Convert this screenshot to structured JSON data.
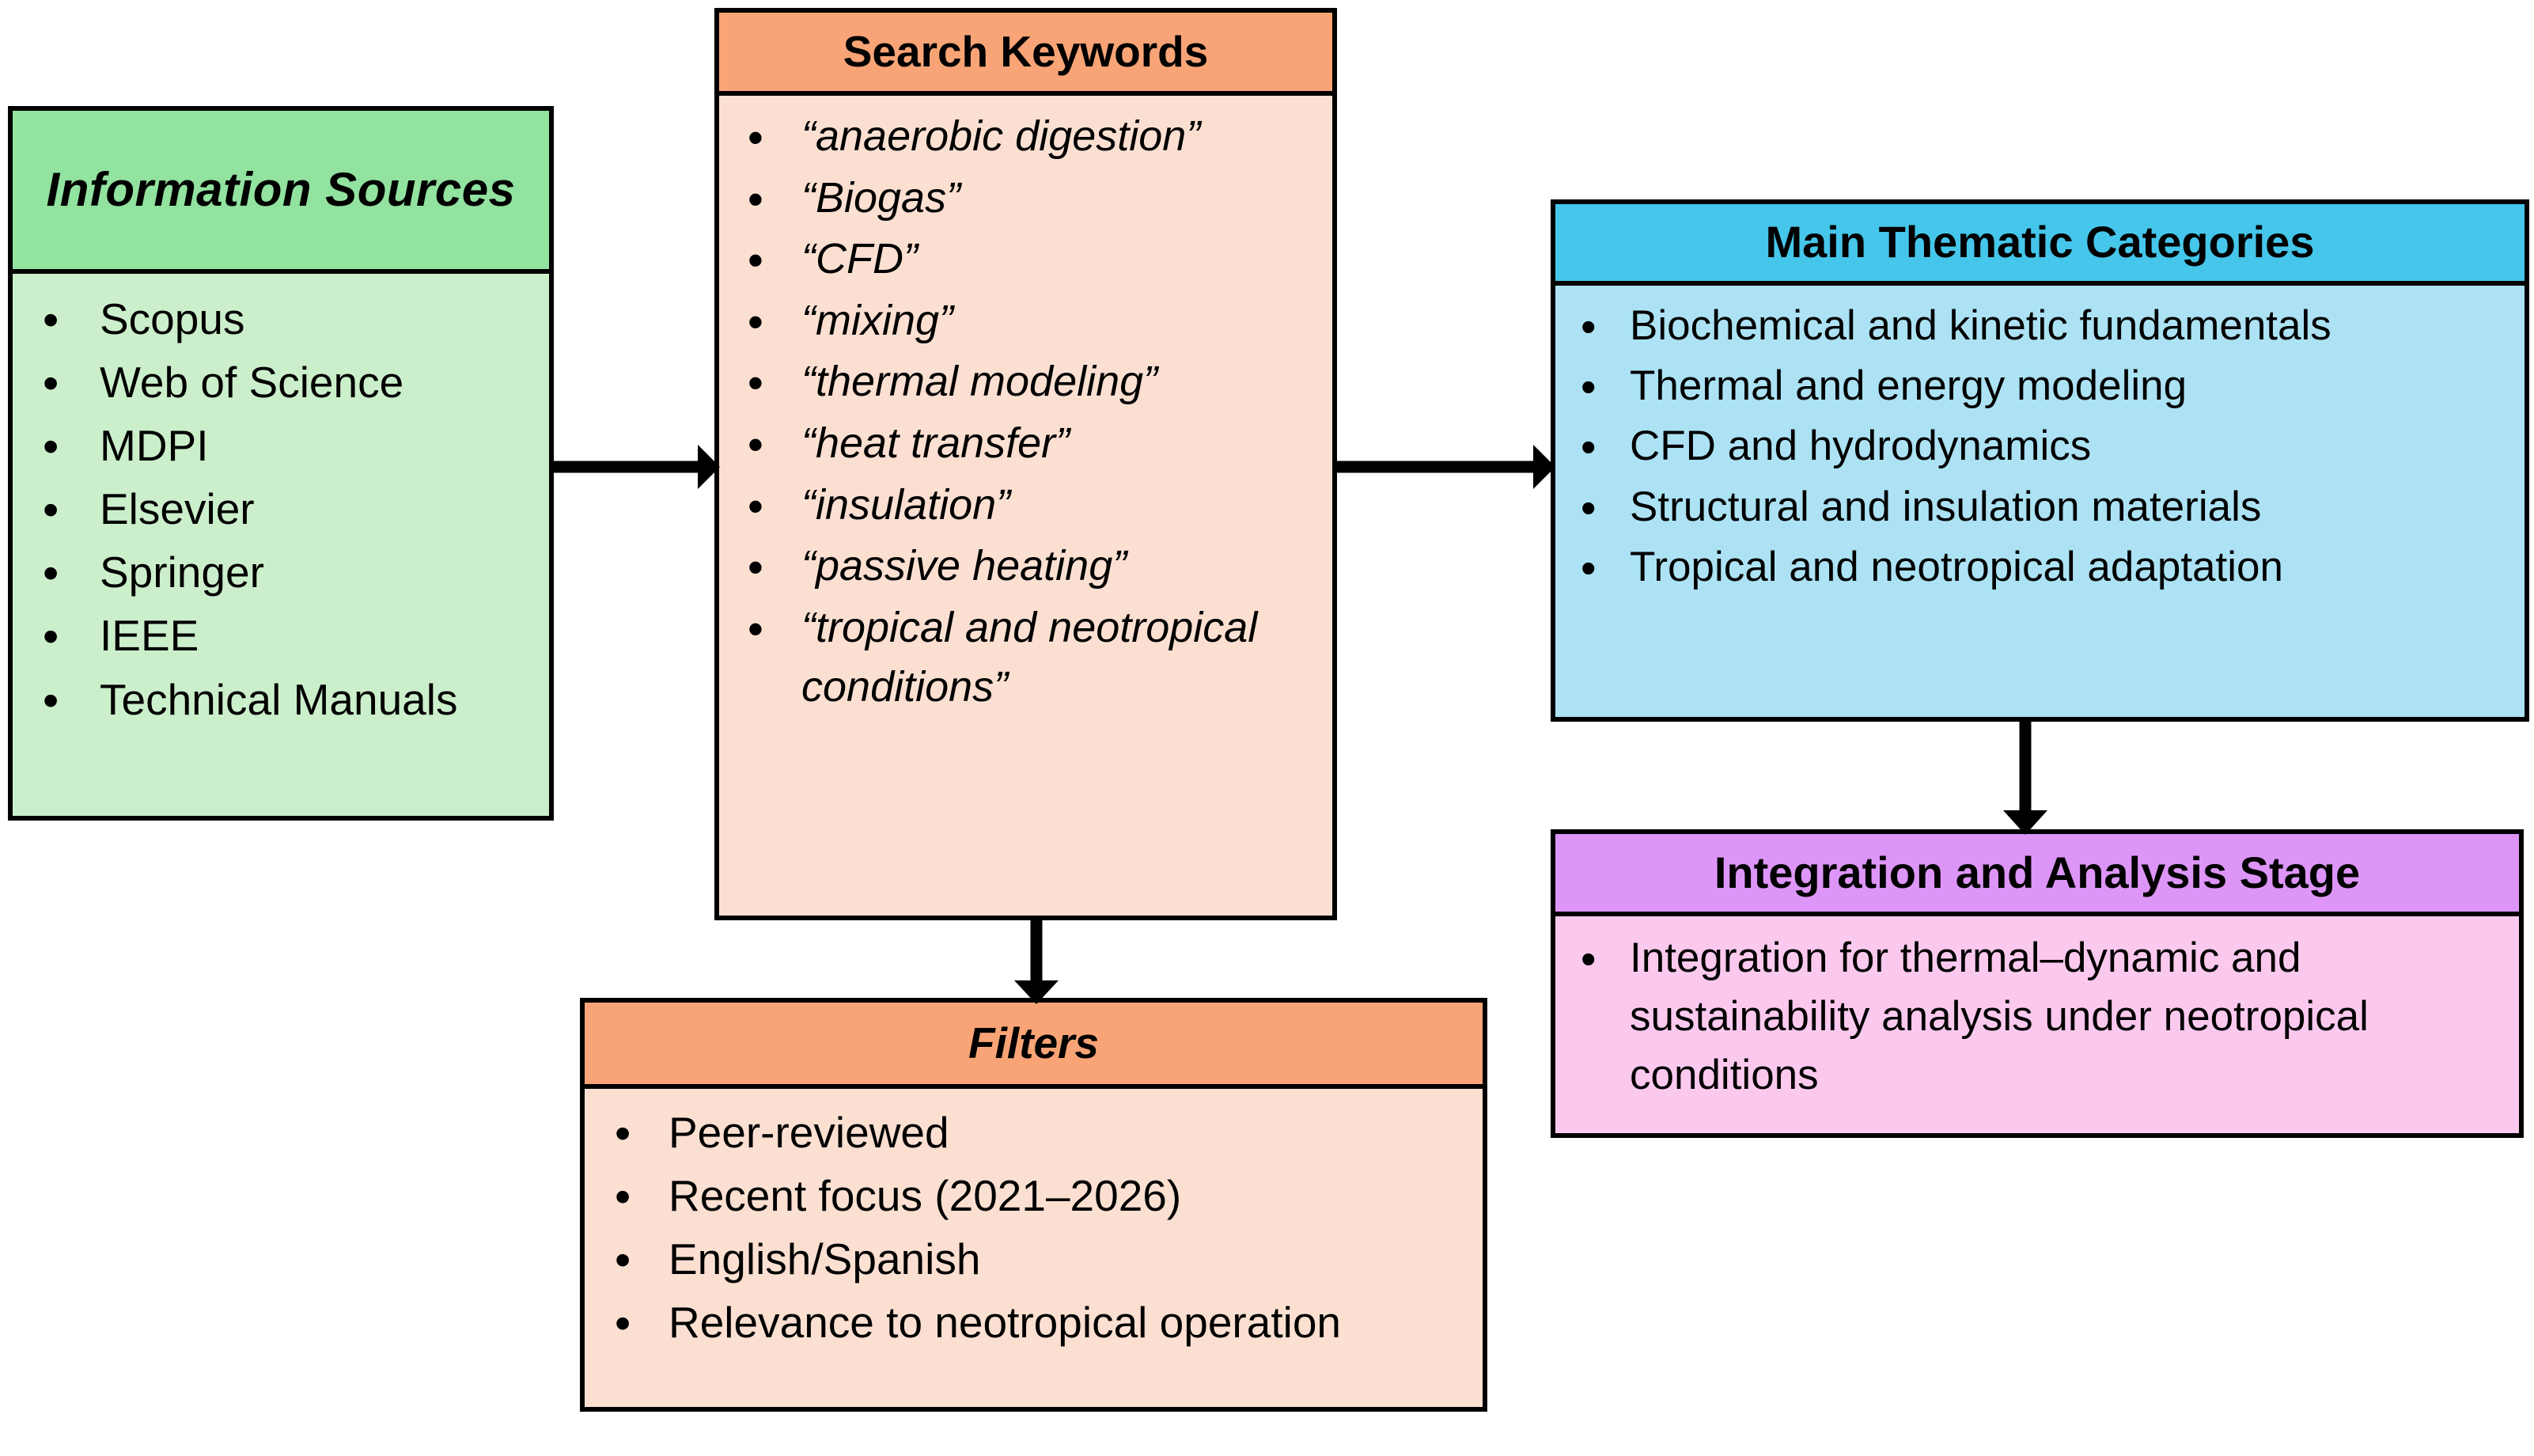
{
  "diagram": {
    "title": "Literature review methodology flowchart",
    "type": "flowchart",
    "colors": {
      "green_header": "#92e2a0",
      "green_body": "#ccefcb",
      "orange_header": "#f9a476",
      "orange_body": "#fbe0d2",
      "blue_header": "#45c6ea",
      "blue_body": "#ace2f4",
      "purple_header": "#dd96f7",
      "purple_body": "#fbc9ee",
      "border": "#000000"
    }
  },
  "nodes": {
    "information_sources": {
      "title": "Information Sources",
      "items": [
        "Scopus",
        "Web of Science",
        "MDPI",
        "Elsevier",
        "Springer",
        "IEEE",
        "Technical Manuals"
      ]
    },
    "search_keywords": {
      "title": "Search Keywords",
      "items": [
        "“anaerobic digestion”",
        "“Biogas”",
        "“CFD”",
        "“mixing”",
        "“thermal modeling”",
        "“heat transfer”",
        "“insulation”",
        "“passive heating”",
        "“tropical and neotropical conditions”"
      ]
    },
    "filters": {
      "title": "Filters",
      "items": [
        "Peer-reviewed",
        "Recent focus (2021–2026)",
        "English/Spanish",
        "Relevance to neotropical operation"
      ]
    },
    "main_thematic_categories": {
      "title": "Main Thematic Categories",
      "items": [
        "Biochemical and kinetic fundamentals",
        "Thermal and energy modeling",
        "CFD and hydrodynamics",
        "Structural and insulation materials",
        "Tropical and neotropical adaptation"
      ]
    },
    "integration_analysis": {
      "title": "Integration and Analysis Stage",
      "items": [
        "Integration for thermal–dynamic and sustainability analysis under neotropical conditions"
      ]
    }
  },
  "connectors": [
    {
      "name": "sources-to-keywords",
      "from": "information_sources",
      "to": "search_keywords",
      "direction": "right"
    },
    {
      "name": "keywords-to-categories",
      "from": "search_keywords",
      "to": "main_thematic_categories",
      "direction": "right"
    },
    {
      "name": "keywords-to-filters",
      "from": "search_keywords",
      "to": "filters",
      "direction": "down"
    },
    {
      "name": "categories-to-integration",
      "from": "main_thematic_categories",
      "to": "integration_analysis",
      "direction": "down"
    }
  ]
}
